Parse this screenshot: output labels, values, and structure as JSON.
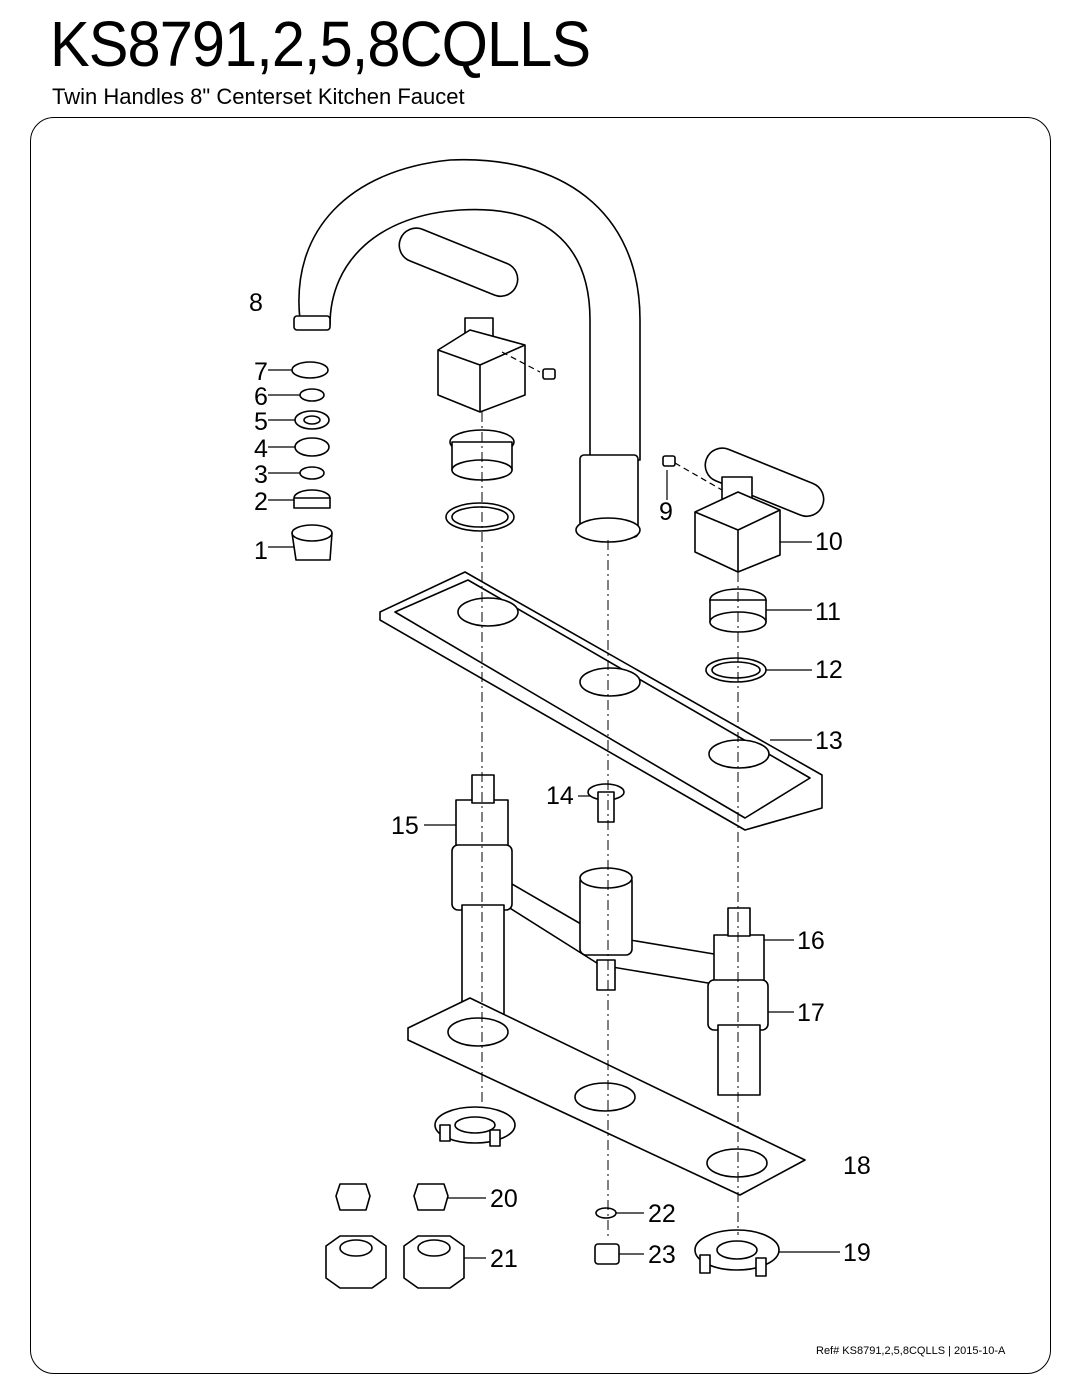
{
  "header": {
    "model": "KS8791,2,5,8CQLLS",
    "subtitle": "Twin Handles 8\" Centerset Kitchen Faucet"
  },
  "footer": {
    "reference": "Ref# KS8791,2,5,8CQLLS | 2015-10-A"
  },
  "parts": [
    {
      "num": "1"
    },
    {
      "num": "2"
    },
    {
      "num": "3"
    },
    {
      "num": "4"
    },
    {
      "num": "5"
    },
    {
      "num": "6"
    },
    {
      "num": "7"
    },
    {
      "num": "8"
    },
    {
      "num": "9"
    },
    {
      "num": "10"
    },
    {
      "num": "11"
    },
    {
      "num": "12"
    },
    {
      "num": "13"
    },
    {
      "num": "14"
    },
    {
      "num": "15"
    },
    {
      "num": "16"
    },
    {
      "num": "17"
    },
    {
      "num": "18"
    },
    {
      "num": "19"
    },
    {
      "num": "20"
    },
    {
      "num": "21"
    },
    {
      "num": "22"
    },
    {
      "num": "23"
    }
  ]
}
